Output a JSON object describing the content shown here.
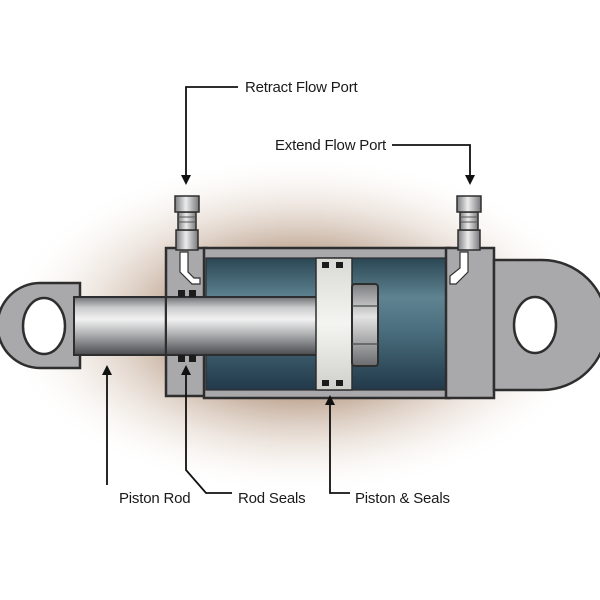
{
  "labels": {
    "retract_flow_port": "Retract Flow Port",
    "extend_flow_port": "Extend Flow Port",
    "piston_rod": "Piston Rod",
    "rod_seals": "Rod Seals",
    "piston_and_seals": "Piston & Seals"
  },
  "colors": {
    "background_glow": "#a07f66",
    "barrel_steel": "#a9a9ab",
    "barrel_outline": "#3a3a3a",
    "hydraulic_fluid": "#3f6473",
    "piston_light": "#e7e7e4",
    "rod_chrome": "#c8c8ca",
    "seal_black": "#1c1c1c",
    "arrow": "#111111"
  }
}
